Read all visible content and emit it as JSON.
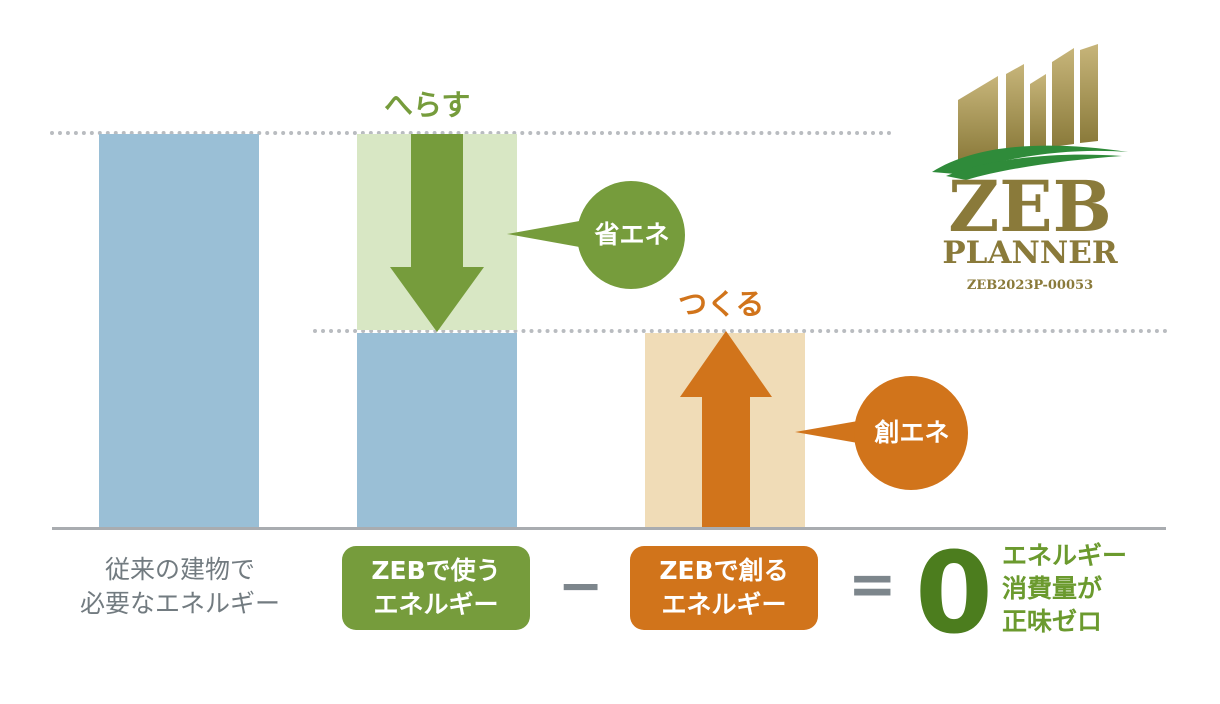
{
  "labels": {
    "reduce": "へらす",
    "create": "つくる",
    "energy_saving": "省エネ",
    "energy_creation": "創エネ"
  },
  "columns": {
    "conventional_line1": "従来の建物で",
    "conventional_line2": "必要なエネルギー",
    "zeb_use_line1": "ZEBで使う",
    "zeb_use_line2": "エネルギー",
    "zeb_create_line1": "ZEBで創る",
    "zeb_create_line2": "エネルギー"
  },
  "operators": {
    "minus": "−",
    "equals": "="
  },
  "result": {
    "value": "0",
    "line1": "エネルギー",
    "line2": "消費量が",
    "line3": "正味ゼロ"
  },
  "logo": {
    "line1": "ZEB",
    "line2": "PLANNER",
    "registration": "ZEB2023P-00053"
  },
  "colors": {
    "blue_bar": "#9abfd6",
    "light_green": "#d8e7c4",
    "green": "#769c3c",
    "light_orange": "#f0dcb7",
    "orange": "#d1741b",
    "gold": "#a48f48",
    "logo_green": "#2f8b3a"
  }
}
